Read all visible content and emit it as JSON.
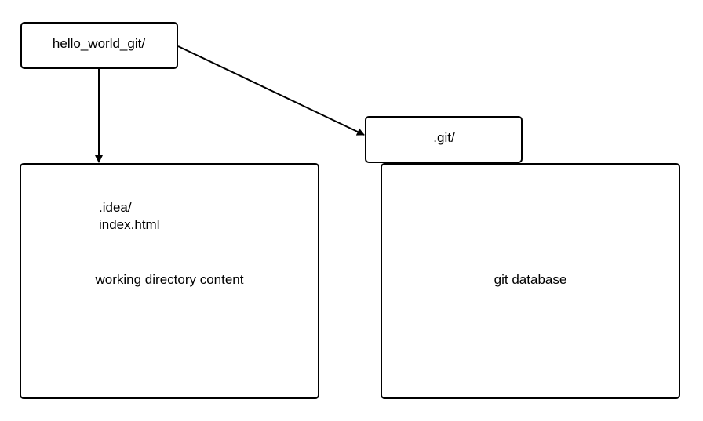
{
  "diagram": {
    "root_folder": {
      "label": "hello_world_git/"
    },
    "git_folder": {
      "label": ".git/"
    },
    "working_dir": {
      "files": [
        ".idea/",
        "index.html"
      ],
      "caption": "working directory content"
    },
    "git_db": {
      "caption": "git database"
    }
  },
  "style": {
    "stroke": "#000000",
    "background": "#ffffff"
  }
}
